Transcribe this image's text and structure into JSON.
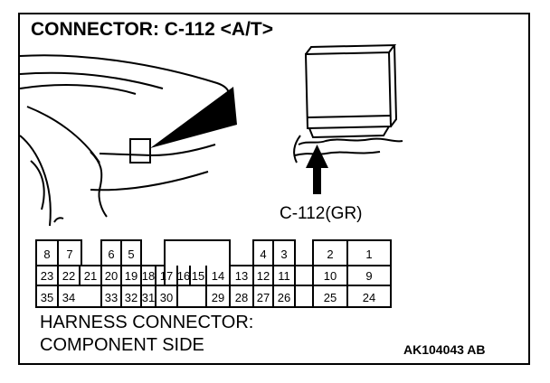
{
  "title": "CONNECTOR: C-112 <A/T>",
  "connector_label": "C-112(GR)",
  "harness_caption": [
    "HARNESS CONNECTOR:",
    "COMPONENT SIDE"
  ],
  "figure_code": "AK104043 AB",
  "pins": {
    "row1": [
      "8",
      "7",
      "6",
      "5",
      "4",
      "3",
      "2",
      "1"
    ],
    "row2": [
      "23",
      "22",
      "21",
      "20",
      "19",
      "18",
      "17",
      "16",
      "15",
      "14",
      "13",
      "12",
      "11",
      "10",
      "9"
    ],
    "row3": [
      "35",
      "34",
      "33",
      "32",
      "31",
      "30",
      "29",
      "28",
      "27",
      "26",
      "25",
      "24"
    ]
  }
}
